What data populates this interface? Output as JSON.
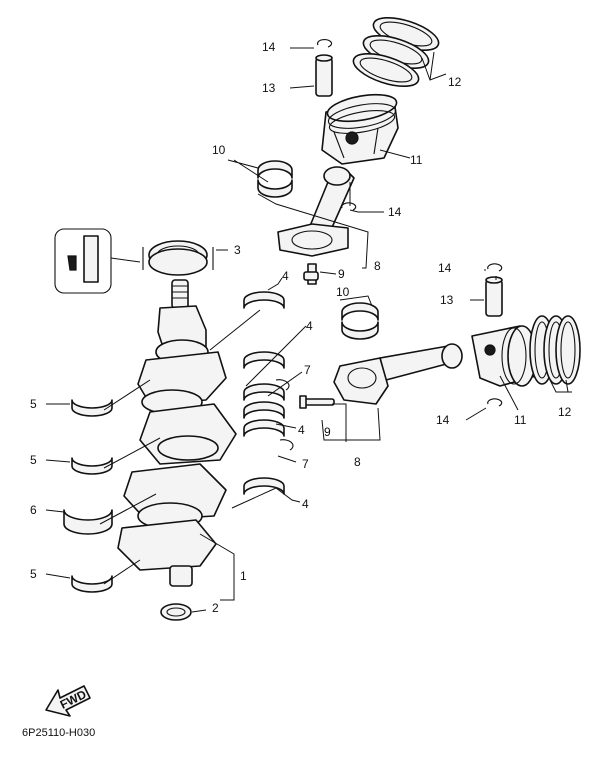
{
  "callouts": [
    {
      "id": "1",
      "label": "1"
    },
    {
      "id": "2",
      "label": "2"
    },
    {
      "id": "3",
      "label": "3"
    },
    {
      "id": "4a",
      "label": "4"
    },
    {
      "id": "4b",
      "label": "4"
    },
    {
      "id": "4c",
      "label": "4"
    },
    {
      "id": "4d",
      "label": "4"
    },
    {
      "id": "5a",
      "label": "5"
    },
    {
      "id": "5b",
      "label": "5"
    },
    {
      "id": "5c",
      "label": "5"
    },
    {
      "id": "6",
      "label": "6"
    },
    {
      "id": "7a",
      "label": "7"
    },
    {
      "id": "7b",
      "label": "7"
    },
    {
      "id": "8a",
      "label": "8"
    },
    {
      "id": "8b",
      "label": "8"
    },
    {
      "id": "9a",
      "label": "9"
    },
    {
      "id": "9b",
      "label": "9"
    },
    {
      "id": "10a",
      "label": "10"
    },
    {
      "id": "10b",
      "label": "10"
    },
    {
      "id": "11a",
      "label": "11"
    },
    {
      "id": "11b",
      "label": "11"
    },
    {
      "id": "12a",
      "label": "12"
    },
    {
      "id": "12b",
      "label": "12"
    },
    {
      "id": "13a",
      "label": "13"
    },
    {
      "id": "13b",
      "label": "13"
    },
    {
      "id": "14a",
      "label": "14"
    },
    {
      "id": "14b",
      "label": "14"
    },
    {
      "id": "14c",
      "label": "14"
    },
    {
      "id": "14d",
      "label": "14"
    }
  ],
  "fwd_label": "FWD",
  "diagram_code": "6P25110-H030"
}
